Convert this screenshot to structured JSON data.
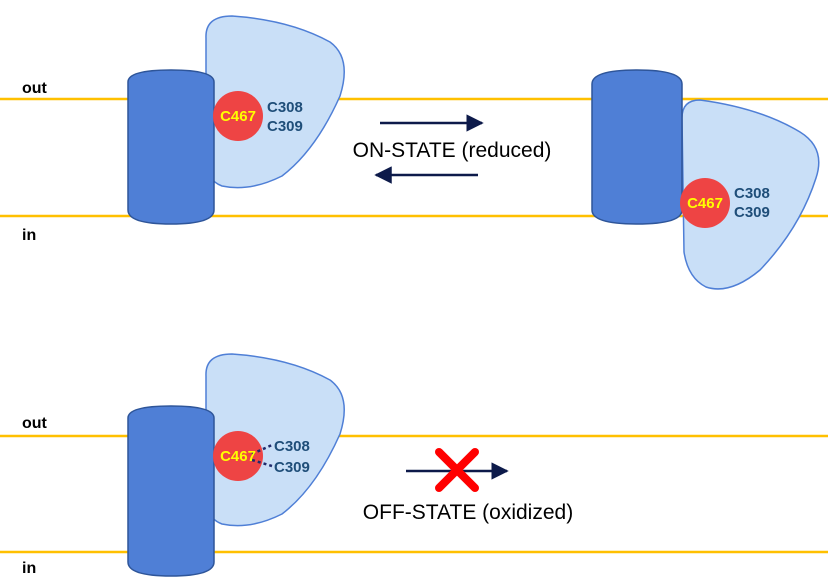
{
  "colors": {
    "membrane": "#FFC000",
    "channel": "#4F7FD6",
    "channel_stroke": "#2E5599",
    "domain": "#C9DFF7",
    "domain_stroke": "#4F7FD6",
    "core": "#EE4444",
    "core_text": "#FFFF00",
    "residue_text": "#1F4E79",
    "arrow": "#0D1A4A",
    "block_cross": "#FF0000",
    "bond": "#1F2A6B"
  },
  "membrane_labels": {
    "out": "out",
    "in": "in"
  },
  "top_panel": {
    "left_state": {
      "core": "C467",
      "residue_a": "C308",
      "residue_b": "C309"
    },
    "right_state": {
      "core": "C467",
      "residue_a": "C308",
      "residue_b": "C309"
    },
    "label": "ON-STATE (reduced)",
    "arrows": [
      "forward-arrow",
      "reverse-arrow"
    ]
  },
  "bottom_panel": {
    "state": {
      "core": "C467",
      "residue_a": "C308",
      "residue_b": "C309"
    },
    "label": "OFF-STATE (oxidized)",
    "transition_blocked": true,
    "blocked_mark_icon": "red-x-icon"
  }
}
